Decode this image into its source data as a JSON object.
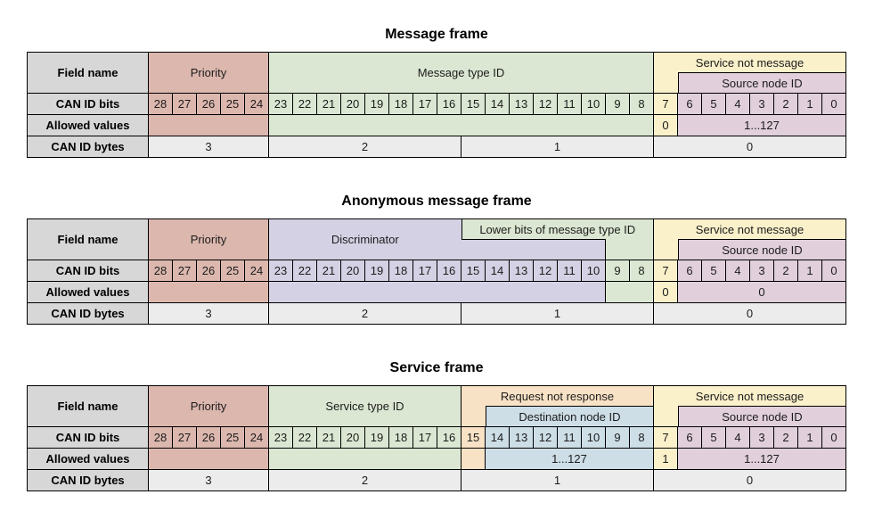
{
  "page": {
    "background": "#ffffff"
  },
  "colors": {
    "label_bg": "#d7d7d7",
    "bytes_bg": "#ececec",
    "red": "#dcb7ae",
    "green": "#dbe7d2",
    "yellow": "#faf0ca",
    "pink": "#e1cfdb",
    "lavender": "#d5d1e4",
    "peach": "#f8e2c5",
    "blue": "#cddee7",
    "border": "#000000"
  },
  "row_labels": {
    "field_name": "Field name",
    "bits": "CAN ID bits",
    "values": "Allowed values",
    "bytes": "CAN ID bytes"
  },
  "tables": [
    {
      "title": "Message frame",
      "header": [
        {
          "type": "full",
          "span": 5,
          "color": "red",
          "label": "Priority"
        },
        {
          "type": "full",
          "span": 16,
          "color": "green",
          "label": "Message type ID"
        },
        {
          "type": "topsub",
          "span": 8,
          "color": "yellow",
          "label": "Service not message",
          "sub": {
            "lead": 1,
            "span": 7,
            "color": "pink",
            "label": "Source node ID"
          }
        }
      ],
      "bits": [
        {
          "color": "red",
          "nums": [
            28,
            27,
            26,
            25,
            24
          ]
        },
        {
          "color": "green",
          "nums": [
            23,
            22,
            21,
            20,
            19,
            18,
            17,
            16,
            15,
            14,
            13,
            12,
            11,
            10,
            9,
            8
          ]
        },
        {
          "color": "yellow",
          "nums": [
            7
          ]
        },
        {
          "color": "pink",
          "nums": [
            6,
            5,
            4,
            3,
            2,
            1,
            0
          ]
        }
      ],
      "values": [
        {
          "color": "red",
          "span": 5,
          "text": ""
        },
        {
          "color": "green",
          "span": 16,
          "text": ""
        },
        {
          "color": "yellow",
          "span": 1,
          "text": "0"
        },
        {
          "color": "pink",
          "span": 7,
          "text": "1...127"
        }
      ],
      "bytes": [
        {
          "span": 5,
          "text": "3"
        },
        {
          "span": 8,
          "text": "2"
        },
        {
          "span": 8,
          "text": "1"
        },
        {
          "span": 8,
          "text": "0"
        }
      ]
    },
    {
      "title": "Anonymous message frame",
      "header": [
        {
          "type": "full",
          "span": 5,
          "color": "red",
          "label": "Priority"
        },
        {
          "type": "lshape",
          "span": 16,
          "color": "lavender",
          "label": "Discriminator",
          "label_span": 8,
          "alt": {
            "color": "green",
            "label": "Lower bits of message type ID",
            "top_span": 8,
            "bottom_span": 2
          }
        },
        {
          "type": "topsub",
          "span": 8,
          "color": "yellow",
          "label": "Service not message",
          "sub": {
            "lead": 1,
            "span": 7,
            "color": "pink",
            "label": "Source node ID"
          }
        }
      ],
      "bits": [
        {
          "color": "red",
          "nums": [
            28,
            27,
            26,
            25,
            24
          ]
        },
        {
          "color": "lavender",
          "nums": [
            23,
            22,
            21,
            20,
            19,
            18,
            17,
            16,
            15,
            14,
            13,
            12,
            11,
            10
          ]
        },
        {
          "color": "green",
          "nums": [
            9,
            8
          ]
        },
        {
          "color": "yellow",
          "nums": [
            7
          ]
        },
        {
          "color": "pink",
          "nums": [
            6,
            5,
            4,
            3,
            2,
            1,
            0
          ]
        }
      ],
      "values": [
        {
          "color": "red",
          "span": 5,
          "text": ""
        },
        {
          "color": "lavender",
          "span": 14,
          "text": ""
        },
        {
          "color": "green",
          "span": 2,
          "text": ""
        },
        {
          "color": "yellow",
          "span": 1,
          "text": "0"
        },
        {
          "color": "pink",
          "span": 7,
          "text": "0"
        }
      ],
      "bytes": [
        {
          "span": 5,
          "text": "3"
        },
        {
          "span": 8,
          "text": "2"
        },
        {
          "span": 8,
          "text": "1"
        },
        {
          "span": 8,
          "text": "0"
        }
      ]
    },
    {
      "title": "Service frame",
      "header": [
        {
          "type": "full",
          "span": 5,
          "color": "red",
          "label": "Priority"
        },
        {
          "type": "full",
          "span": 8,
          "color": "green",
          "label": "Service type ID"
        },
        {
          "type": "topsub",
          "span": 8,
          "color": "peach",
          "label": "Request not response",
          "sub": {
            "lead": 1,
            "span": 7,
            "color": "blue",
            "label": "Destination node ID"
          }
        },
        {
          "type": "topsub",
          "span": 8,
          "color": "yellow",
          "label": "Service not message",
          "sub": {
            "lead": 1,
            "span": 7,
            "color": "pink",
            "label": "Source node ID"
          }
        }
      ],
      "bits": [
        {
          "color": "red",
          "nums": [
            28,
            27,
            26,
            25,
            24
          ]
        },
        {
          "color": "green",
          "nums": [
            23,
            22,
            21,
            20,
            19,
            18,
            17,
            16
          ]
        },
        {
          "color": "peach",
          "nums": [
            15
          ]
        },
        {
          "color": "blue",
          "nums": [
            14,
            13,
            12,
            11,
            10,
            9,
            8
          ]
        },
        {
          "color": "yellow",
          "nums": [
            7
          ]
        },
        {
          "color": "pink",
          "nums": [
            6,
            5,
            4,
            3,
            2,
            1,
            0
          ]
        }
      ],
      "values": [
        {
          "color": "red",
          "span": 5,
          "text": ""
        },
        {
          "color": "green",
          "span": 8,
          "text": ""
        },
        {
          "color": "peach",
          "span": 1,
          "text": ""
        },
        {
          "color": "blue",
          "span": 7,
          "text": "1...127"
        },
        {
          "color": "yellow",
          "span": 1,
          "text": "1"
        },
        {
          "color": "pink",
          "span": 7,
          "text": "1...127"
        }
      ],
      "bytes": [
        {
          "span": 5,
          "text": "3"
        },
        {
          "span": 8,
          "text": "2"
        },
        {
          "span": 8,
          "text": "1"
        },
        {
          "span": 8,
          "text": "0"
        }
      ]
    }
  ]
}
